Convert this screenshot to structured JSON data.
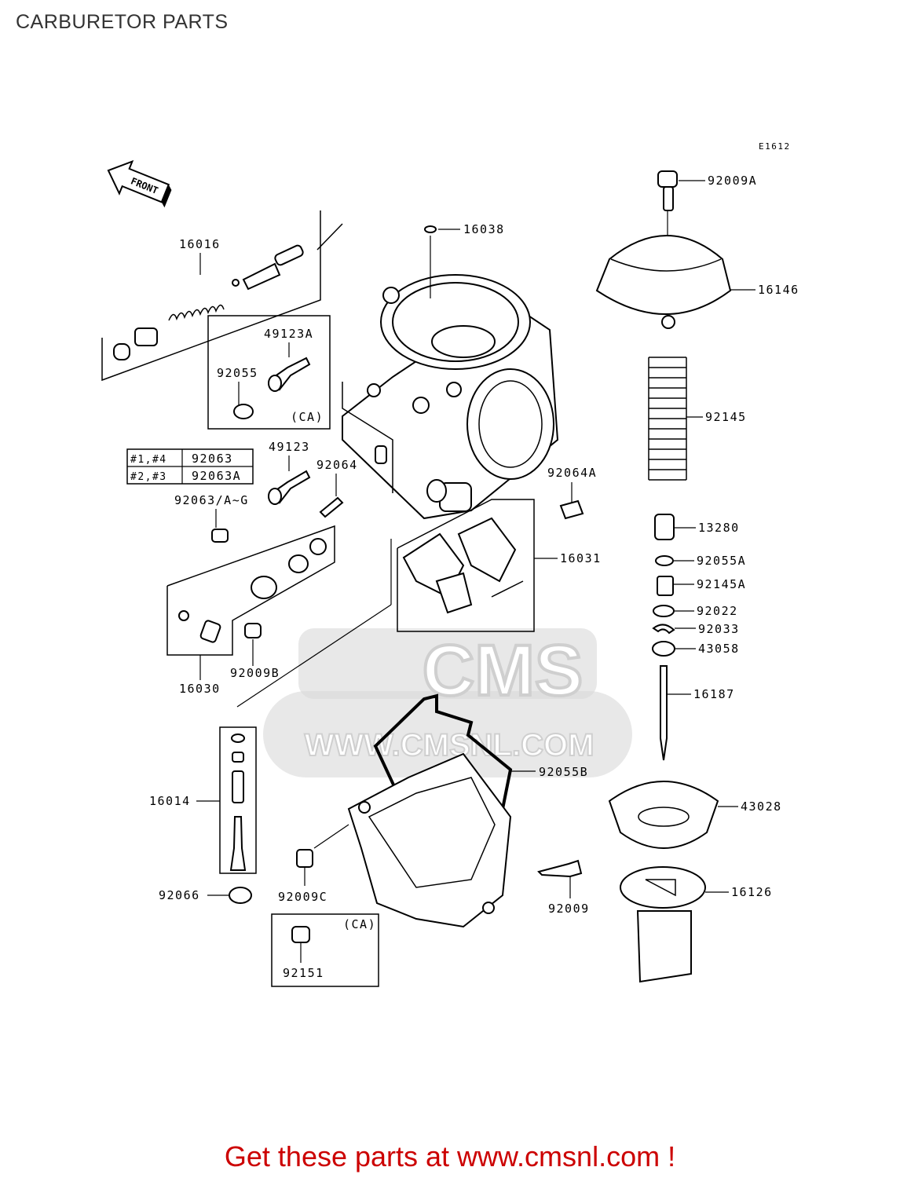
{
  "page": {
    "title": "CARBURETOR PARTS",
    "promo": "Get these parts at www.cmsnl.com !"
  },
  "diagram": {
    "code": "E1612",
    "front_label": "FRONT",
    "watermark": {
      "brand": "CMS",
      "url": "WWW.CMSNL.COM"
    },
    "ca_label": "(CA)",
    "callouts": {
      "p16038": "16038",
      "p92009A": "92009A",
      "p16146": "16146",
      "p16016": "16016",
      "p49123A": "49123A",
      "p92055": "92055",
      "p49123": "49123",
      "p92064": "92064",
      "p92063_range": "92063/A~G",
      "p92064A": "92064A",
      "p92145": "92145",
      "p13280": "13280",
      "p92055A": "92055A",
      "p92145A": "92145A",
      "p92022": "92022",
      "p92033": "92033",
      "p43058": "43058",
      "p16187": "16187",
      "p16031": "16031",
      "p16030": "16030",
      "p92009B": "92009B",
      "p92055B": "92055B",
      "p16014": "16014",
      "p43028": "43028",
      "p92066": "92066",
      "p92009C": "92009C",
      "p92009": "92009",
      "p16126": "16126",
      "p92151": "92151"
    },
    "variant_table": {
      "rows": [
        {
          "cyl": "#1,#4",
          "part": "92063"
        },
        {
          "cyl": "#2,#3",
          "part": "92063A"
        }
      ]
    }
  }
}
